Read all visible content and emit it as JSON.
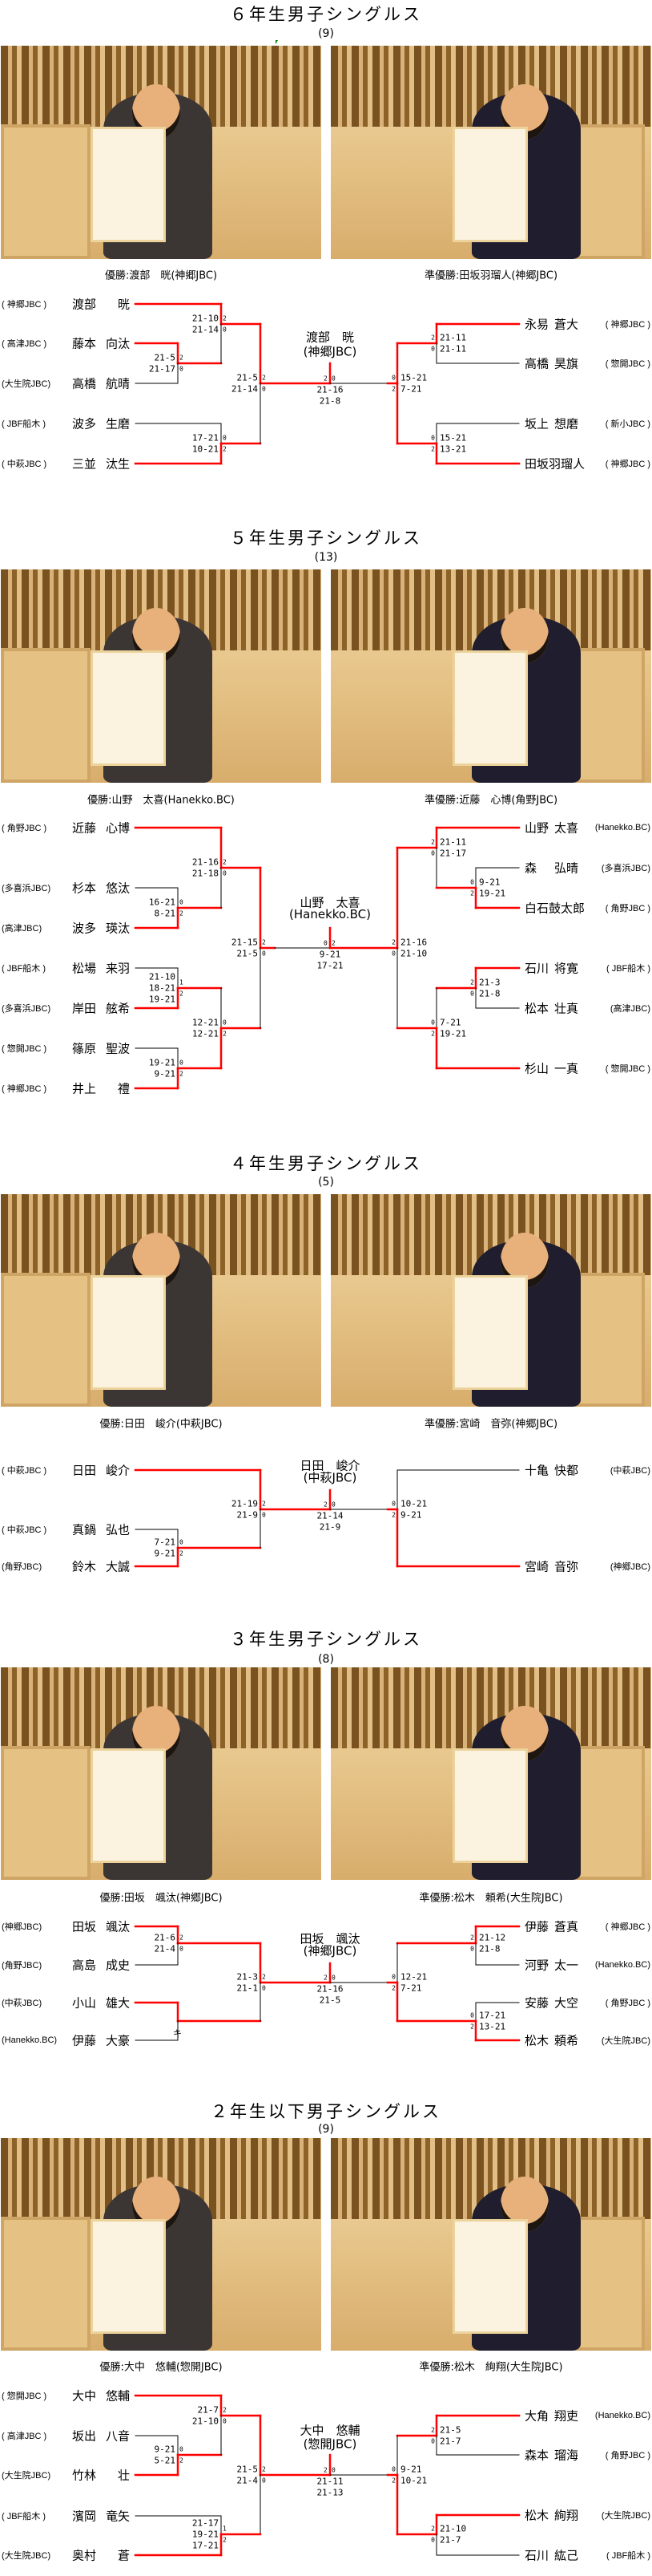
{
  "colors": {
    "winner_line": "#ff0000",
    "line": "#000000",
    "accent_mark": "#008000"
  },
  "sections": [
    {
      "title": "６年生男子シングルス",
      "count": "(9)",
      "winner_caption": "優勝:渡部　晄(神郷JBC)",
      "runnerup_caption": "準優勝:田坂羽瑠人(神郷JBC)",
      "champion": {
        "name": "渡部　晄",
        "club": "(神郷JBC)"
      },
      "left": [
        {
          "club": "( 神郷JBC )",
          "surname": "渡部",
          "given": "晄"
        },
        {
          "club": "( 高津JBC )",
          "surname": "藤本",
          "given": "向汰"
        },
        {
          "club": "(大生院JBC)",
          "surname": "高橋",
          "given": "航晴"
        },
        {
          "club": "( JBF船木 )",
          "surname": "波多",
          "given": "生磨"
        },
        {
          "club": "( 中萩JBC )",
          "surname": "三並",
          "given": "汰生"
        }
      ],
      "right": [
        {
          "club": "( 神郷JBC )",
          "surname": "永易",
          "given": "蒼大"
        },
        {
          "club": "( 惣開JBC )",
          "surname": "高橋",
          "given": "昊旗"
        },
        {
          "club": "( 新小JBC )",
          "surname": "坂上",
          "given": "想磨"
        },
        {
          "club": "( 神郷JBC )",
          "surname": "田坂羽瑠人",
          "given": ""
        }
      ],
      "final": {
        "games": [
          "21-16",
          "21-8"
        ],
        "marks": [
          "2",
          "0"
        ]
      },
      "groups": [
        {
          "games": [
            "21-10",
            "21-14"
          ],
          "marks": [
            "2",
            "0"
          ]
        },
        {
          "games": [
            "21-5",
            "21-17"
          ],
          "marks": [
            "2",
            "0"
          ]
        },
        {
          "games": [
            "21-5",
            "21-14"
          ],
          "marks": [
            "2",
            "0"
          ]
        },
        {
          "games": [
            "17-21",
            "10-21"
          ],
          "marks": [
            "0",
            "2"
          ]
        },
        {
          "games": [
            "15-21",
            "7-21"
          ],
          "marks": [
            "0",
            "2"
          ]
        },
        {
          "games": [
            "21-11",
            "21-11"
          ],
          "marks": [
            "2",
            "0"
          ]
        },
        {
          "games": [
            "15-21",
            "13-21"
          ],
          "marks": [
            "0",
            "2"
          ]
        }
      ]
    },
    {
      "title": "５年生男子シングルス",
      "count": "(13)",
      "winner_caption": "優勝:山野　太喜(Hanekko.BC)",
      "runnerup_caption": "準優勝:近藤　心博(角野JBC)",
      "champion": {
        "name": "山野　太喜",
        "club": "(Hanekko.BC)"
      },
      "left": [
        {
          "club": "( 角野JBC )",
          "surname": "近藤",
          "given": "心博"
        },
        {
          "club": "(多喜浜JBC)",
          "surname": "杉本",
          "given": "悠汰"
        },
        {
          "club": "(高津JBC)",
          "surname": "波多",
          "given": "瑛汰"
        },
        {
          "club": "( JBF船木 )",
          "surname": "松場",
          "given": "来羽"
        },
        {
          "club": "(多喜浜JBC)",
          "surname": "岸田",
          "given": "舷希"
        },
        {
          "club": "( 惣開JBC )",
          "surname": "篠原",
          "given": "聖波"
        },
        {
          "club": "( 神郷JBC )",
          "surname": "井上",
          "given": "禮"
        }
      ],
      "right": [
        {
          "club": "(Hanekko.BC)",
          "surname": "山野",
          "given": "太喜"
        },
        {
          "club": "(多喜浜JBC)",
          "surname": "森",
          "given": "弘晴"
        },
        {
          "club": "( 角野JBC )",
          "surname": "白石鼓太郎",
          "given": ""
        },
        {
          "club": "( JBF船木 )",
          "surname": "石川",
          "given": "将寛"
        },
        {
          "club": "(高津JBC)",
          "surname": "松本",
          "given": "壮真"
        },
        {
          "club": "( 惣開JBC )",
          "surname": "杉山",
          "given": "一真"
        }
      ],
      "final": {
        "games": [
          "9-21",
          "17-21"
        ],
        "marks": [
          "0",
          "2"
        ]
      },
      "groups": [
        {
          "games": [
            "21-16",
            "21-18"
          ],
          "marks": [
            "2",
            "0"
          ]
        },
        {
          "games": [
            "16-21",
            "8-21"
          ],
          "marks": [
            "0",
            "2"
          ]
        },
        {
          "games": [
            "21-10",
            "18-21",
            "19-21"
          ],
          "marks": [
            "1",
            "2"
          ]
        },
        {
          "games": [
            "19-21",
            "9-21"
          ],
          "marks": [
            "0",
            "2"
          ]
        },
        {
          "games": [
            "12-21",
            "12-21"
          ],
          "marks": [
            "0",
            "2"
          ]
        },
        {
          "games": [
            "21-15",
            "21-5"
          ],
          "marks": [
            "2",
            "0"
          ]
        },
        {
          "games": [
            "21-16",
            "21-10"
          ],
          "marks": [
            "2",
            "0"
          ]
        },
        {
          "games": [
            "21-11",
            "21-17"
          ],
          "marks": [
            "2",
            "0"
          ]
        },
        {
          "games": [
            "9-21",
            "19-21"
          ],
          "marks": [
            "0",
            "2"
          ]
        },
        {
          "games": [
            "21-3",
            "21-8"
          ],
          "marks": [
            "2",
            "0"
          ]
        },
        {
          "games": [
            "7-21",
            "19-21"
          ],
          "marks": [
            "0",
            "2"
          ]
        }
      ]
    },
    {
      "title": "４年生男子シングルス",
      "count": "(5)",
      "winner_caption": "優勝:日田　峻介(中萩JBC)",
      "runnerup_caption": "準優勝:宮崎　音弥(神郷JBC)",
      "champion": {
        "name": "日田　峻介",
        "club": "(中萩JBC)"
      },
      "left": [
        {
          "club": "( 中萩JBC )",
          "surname": "日田",
          "given": "峻介"
        },
        {
          "club": "( 中萩JBC )",
          "surname": "真鍋",
          "given": "弘也"
        },
        {
          "club": "(角野JBC)",
          "surname": "鈴木",
          "given": "大誠"
        }
      ],
      "right": [
        {
          "club": "(中萩JBC)",
          "surname": "十亀",
          "given": "快都"
        },
        {
          "club": "(神郷JBC)",
          "surname": "宮崎",
          "given": "音弥"
        }
      ],
      "final": {
        "games": [
          "21-14",
          "21-9"
        ],
        "marks": [
          "2",
          "0"
        ]
      },
      "groups": [
        {
          "games": [
            "7-21",
            "9-21"
          ],
          "marks": [
            "0",
            "2"
          ]
        },
        {
          "games": [
            "21-19",
            "21-9"
          ],
          "marks": [
            "2",
            "0"
          ]
        },
        {
          "games": [
            "10-21",
            "9-21"
          ],
          "marks": [
            "0",
            "2"
          ]
        }
      ]
    },
    {
      "title": "３年生男子シングルス",
      "count": "(8)",
      "winner_caption": "優勝:田坂　颯汰(神郷JBC)",
      "runnerup_caption": "準優勝:松木　頼希(大生院JBC)",
      "champion": {
        "name": "田坂　颯汰",
        "club": "(神郷JBC)"
      },
      "left": [
        {
          "club": "(神郷JBC)",
          "surname": "田坂",
          "given": "颯汰"
        },
        {
          "club": "(角野JBC)",
          "surname": "高島",
          "given": "成史"
        },
        {
          "club": "(中萩JBC)",
          "surname": "小山",
          "given": "雄大"
        },
        {
          "club": "(Hanekko.BC)",
          "surname": "伊藤",
          "given": "大豪"
        }
      ],
      "right": [
        {
          "club": "( 神郷JBC )",
          "surname": "伊藤",
          "given": "蒼真"
        },
        {
          "club": "(Hanekko.BC)",
          "surname": "河野",
          "given": "太一"
        },
        {
          "club": "( 角野JBC )",
          "surname": "安藤",
          "given": "大空"
        },
        {
          "club": "(大生院JBC)",
          "surname": "松木",
          "given": "頼希"
        }
      ],
      "final": {
        "games": [
          "21-16",
          "21-5"
        ],
        "marks": [
          "2",
          "0"
        ]
      },
      "groups": [
        {
          "games": [
            "21-6",
            "21-4"
          ],
          "marks": [
            "2",
            "0"
          ]
        },
        {
          "games": [
            "21-3",
            "21-1"
          ],
          "marks": [
            "2",
            "0"
          ]
        },
        {
          "games": [
            "21-12",
            "21-8"
          ],
          "marks": [
            "2",
            "0"
          ]
        },
        {
          "games": [
            "12-21",
            "7-21"
          ],
          "marks": [
            "0",
            "2"
          ]
        },
        {
          "games": [
            "17-21",
            "13-21"
          ],
          "marks": [
            "0",
            "2"
          ]
        }
      ],
      "note": "キ"
    },
    {
      "title": "２年生以下男子シングルス",
      "count": "(9)",
      "winner_caption": "優勝:大中　悠輔(惣開JBC)",
      "runnerup_caption": "準優勝:松木　絢翔(大生院JBC)",
      "champion": {
        "name": "大中　悠輔",
        "club": "(惣開JBC)"
      },
      "left": [
        {
          "club": "( 惣開JBC )",
          "surname": "大中",
          "given": "悠輔"
        },
        {
          "club": "( 高津JBC )",
          "surname": "坂出",
          "given": "八音"
        },
        {
          "club": "(大生院JBC)",
          "surname": "竹林",
          "given": "壮"
        },
        {
          "club": "( JBF船木 )",
          "surname": "濱岡",
          "given": "竜矢"
        },
        {
          "club": "(大生院JBC)",
          "surname": "奥村",
          "given": "蒼"
        }
      ],
      "right": [
        {
          "club": "(Hanekko.BC)",
          "surname": "大角",
          "given": "翔吏"
        },
        {
          "club": "( 角野JBC )",
          "surname": "森本",
          "given": "瑠海"
        },
        {
          "club": "(大生院JBC)",
          "surname": "松木",
          "given": "絢翔"
        },
        {
          "club": "( JBF船木 )",
          "surname": "石川",
          "given": "紘己"
        }
      ],
      "final": {
        "games": [
          "21-11",
          "21-13"
        ],
        "marks": [
          "2",
          "0"
        ]
      },
      "groups": [
        {
          "games": [
            "21-7",
            "21-10"
          ],
          "marks": [
            "2",
            "0"
          ]
        },
        {
          "games": [
            "9-21",
            "5-21"
          ],
          "marks": [
            "0",
            "2"
          ]
        },
        {
          "games": [
            "21-5",
            "21-4"
          ],
          "marks": [
            "2",
            "0"
          ]
        },
        {
          "games": [
            "21-17",
            "19-21",
            "17-21"
          ],
          "marks": [
            "1",
            "2"
          ]
        },
        {
          "games": [
            "9-21",
            "10-21"
          ],
          "marks": [
            "0",
            "2"
          ]
        },
        {
          "games": [
            "21-5",
            "21-7"
          ],
          "marks": [
            "2",
            "0"
          ]
        },
        {
          "games": [
            "21-10",
            "21-7"
          ],
          "marks": [
            "2",
            "0"
          ]
        }
      ]
    }
  ]
}
